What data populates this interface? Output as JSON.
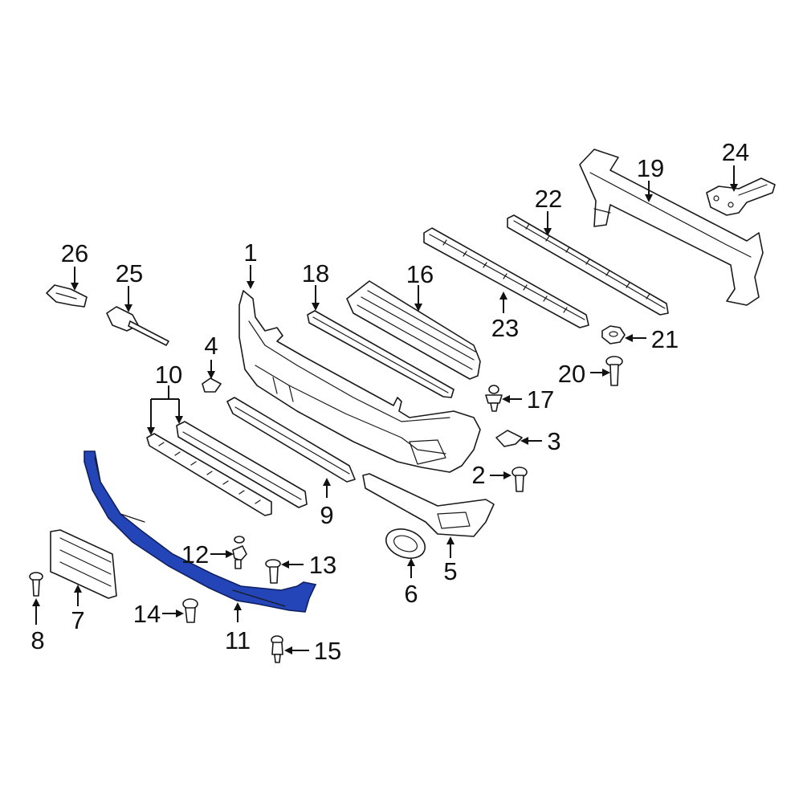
{
  "highlight_color": "#2445b8",
  "highlighted_part": "11",
  "callouts": {
    "c1": "1",
    "c2": "2",
    "c3": "3",
    "c4": "4",
    "c5": "5",
    "c6": "6",
    "c7": "7",
    "c8": "8",
    "c9": "9",
    "c10": "10",
    "c11": "11",
    "c12": "12",
    "c13": "13",
    "c14": "14",
    "c15": "15",
    "c16": "16",
    "c17": "17",
    "c18": "18",
    "c19": "19",
    "c20": "20",
    "c21": "21",
    "c22": "22",
    "c23": "23",
    "c24": "24",
    "c25": "25",
    "c26": "26"
  }
}
